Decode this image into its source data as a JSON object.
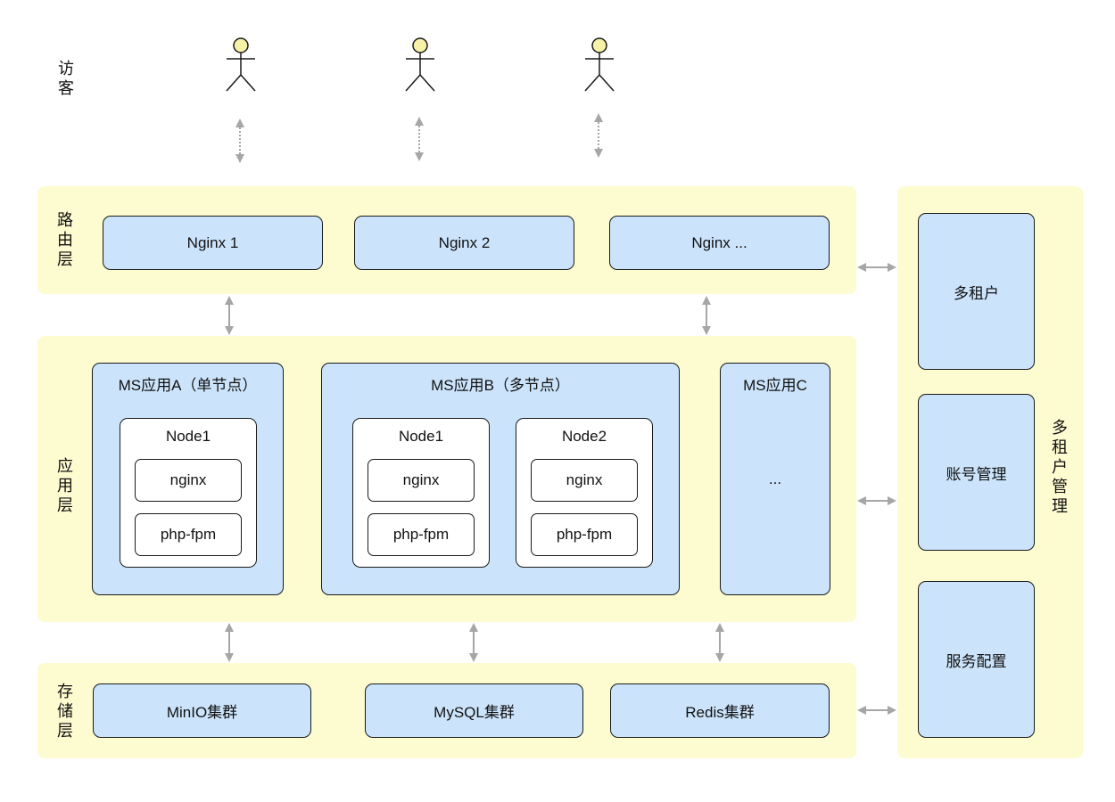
{
  "visitors": {
    "label": "访客",
    "count": 3
  },
  "routing": {
    "label": "路由层",
    "nodes": [
      "Nginx 1",
      "Nginx 2",
      "Nginx ..."
    ]
  },
  "application": {
    "label": "应用层",
    "apps": [
      {
        "title": "MS应用A（单节点）",
        "nodes": [
          {
            "title": "Node1",
            "items": [
              "nginx",
              "php-fpm"
            ]
          }
        ]
      },
      {
        "title": "MS应用B（多节点）",
        "nodes": [
          {
            "title": "Node1",
            "items": [
              "nginx",
              "php-fpm"
            ]
          },
          {
            "title": "Node2",
            "items": [
              "nginx",
              "php-fpm"
            ]
          }
        ]
      },
      {
        "title": "MS应用C",
        "placeholder": "..."
      }
    ]
  },
  "storage": {
    "label": "存储层",
    "nodes": [
      "MinIO集群",
      "MySQL集群",
      "Redis集群"
    ]
  },
  "tenant": {
    "label": "多租户管理",
    "items": [
      "多租户",
      "账号管理",
      "服务配置"
    ]
  },
  "colors": {
    "layer_bg": "#fdfbd0",
    "box_fill": "#cce4fb",
    "actor_head": "#f7f2a8",
    "arrow": "#a6a6a6"
  }
}
